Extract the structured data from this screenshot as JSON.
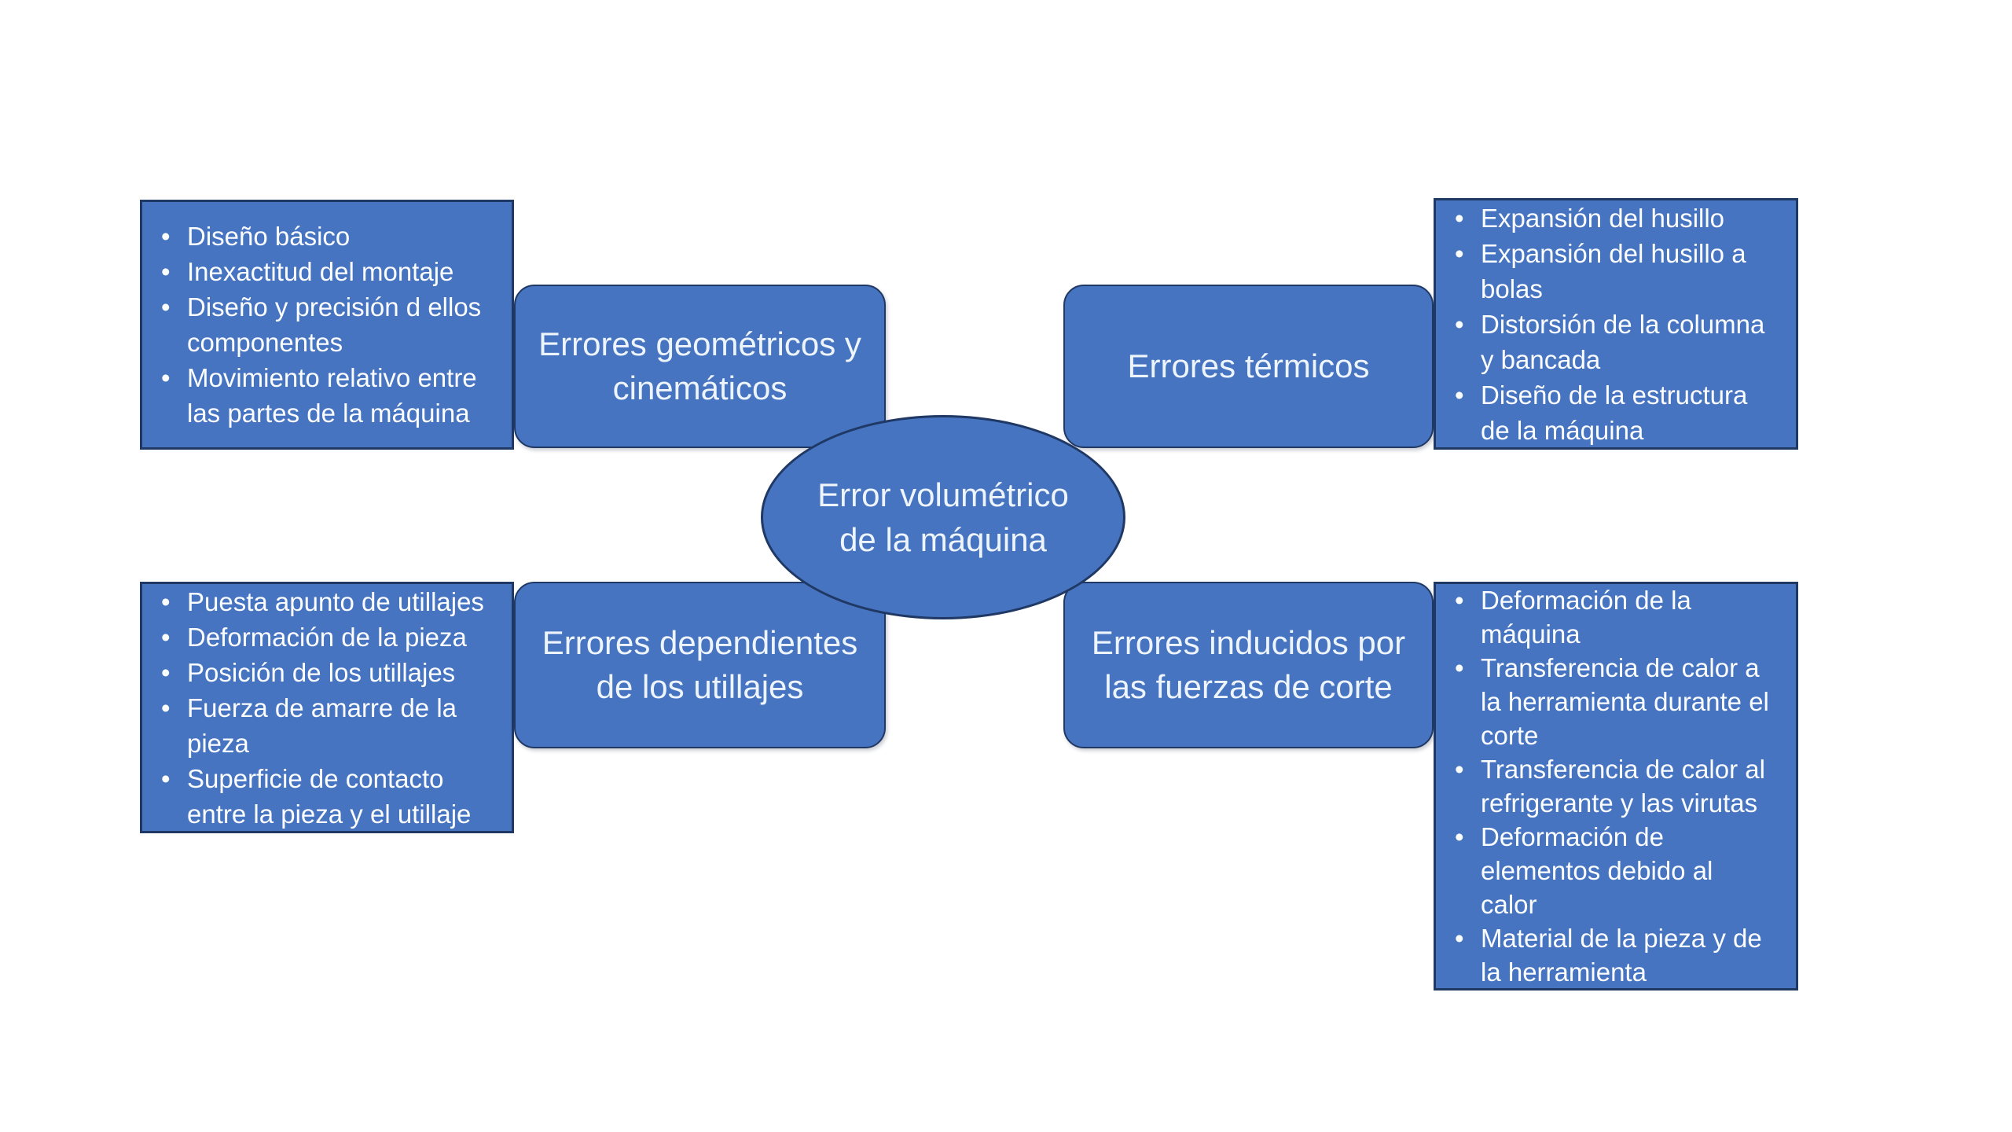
{
  "bullet": "•",
  "colors": {
    "shape_fill": "#4674c1",
    "shape_border": "#1f3864",
    "heading_text": "#eef4fb",
    "bullet_text": "#fcfdff",
    "background": "#ffffff"
  },
  "center": {
    "label": "Error volumétrico de la máquina"
  },
  "quadrants": [
    {
      "label": "Errores geométricos y cinemáticos",
      "items": [
        "Diseño básico",
        "Inexactitud del montaje",
        "Diseño y precisión d ellos componentes",
        "Movimiento relativo entre las partes de la máquina"
      ]
    },
    {
      "label": "Errores térmicos",
      "items": [
        "Expansión del husillo",
        "Expansión del husillo a bolas",
        "Distorsión de la columna y bancada",
        "Diseño de la estructura de la máquina"
      ]
    },
    {
      "label": "Errores dependientes de los utillajes",
      "items": [
        "Puesta apunto de utillajes",
        "Deformación de la pieza",
        "Posición de los utillajes",
        "Fuerza de amarre de la pieza",
        "Superficie de contacto entre la pieza y el utillaje"
      ]
    },
    {
      "label": "Errores inducidos por las fuerzas de corte",
      "items": [
        "Deformación de la máquina",
        "Transferencia de calor a la herramienta durante el corte",
        "Transferencia de calor al refrigerante y las virutas",
        "Deformación de elementos debido al calor",
        "Material de la pieza y de la herramienta"
      ]
    }
  ]
}
